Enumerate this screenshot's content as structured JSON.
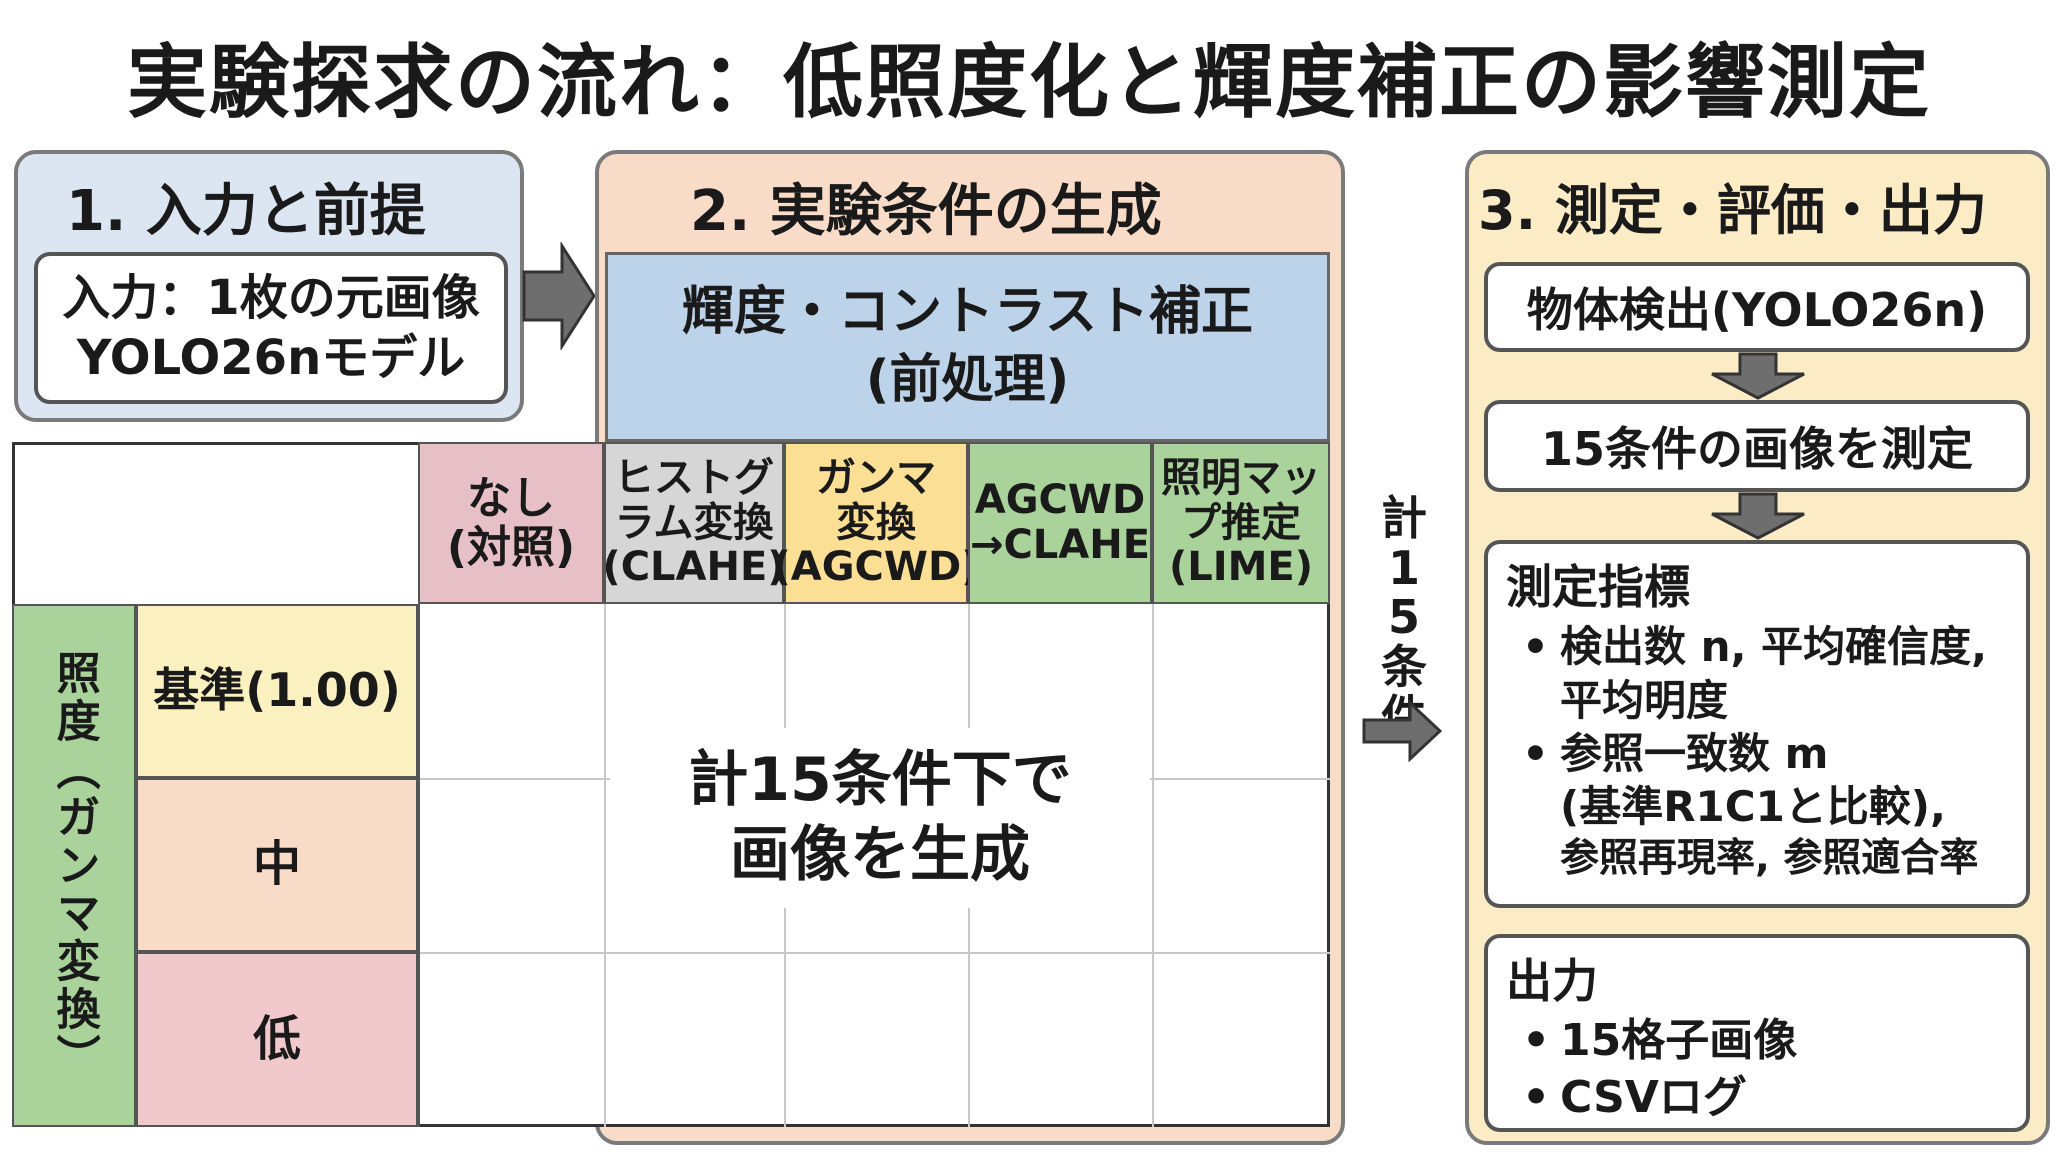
{
  "title": "実験探求の流れ：低照度化と輝度補正の影響測定",
  "section1": {
    "title": "1. 入力と前提",
    "input_line1": "入力：1枚の元画像",
    "input_line2": "YOLO26nモデル"
  },
  "section2": {
    "title": "2. 実験条件の生成",
    "header_line1": "輝度・コントラスト補正",
    "header_line2": "(前処理)",
    "columns": [
      {
        "line1": "なし",
        "line2": "(対照)",
        "line3": "",
        "color": "#e7c0c7"
      },
      {
        "line1": "ヒストグ",
        "line2": "ラム変換",
        "line3": "(CLAHE)",
        "color": "#d6d6d6"
      },
      {
        "line1": "ガンマ",
        "line2": "変換",
        "line3": "(AGCWD)",
        "color": "#fbdf94"
      },
      {
        "line1": "AGCWD",
        "line2": "→CLAHE",
        "line3": "",
        "color": "#a9d39a"
      },
      {
        "line1": "照明マッ",
        "line2": "プ推定",
        "line3": "(LIME)",
        "color": "#a9d39a"
      }
    ],
    "row_axis_label": "照度（ガンマ変換）",
    "rows": [
      {
        "label": "基準(1.00)",
        "color": "#fbf0c0"
      },
      {
        "label": "中",
        "color": "#f8dcc8"
      },
      {
        "label": "低",
        "color": "#f1c8cc"
      }
    ],
    "center_line1": "計15条件下で",
    "center_line2": "画像を生成"
  },
  "flow_label": "計15条件",
  "section3": {
    "title": "3. 測定・評価・出力",
    "step1": "物体検出(YOLO26n)",
    "step2": "15条件の画像を測定",
    "metrics_title": "測定指標",
    "metric1_a": "検出数 n, 平均確信度,",
    "metric1_b": "平均明度",
    "metric2_a": "参照一致数 m",
    "metric2_b": "(基準R1C1と比較),",
    "metric2_c": "参照再現率, 参照適合率",
    "output_title": "出力",
    "output1": "15格子画像",
    "output2": "CSVログ"
  },
  "colors": {
    "panel1": "#dbe6f2",
    "panel2": "#f8dcc8",
    "panel3": "#fbecc6",
    "header_blue": "#bcd3ea",
    "axis_green": "#a9d39a",
    "arrow_gray": "#6e6e6e"
  },
  "icons": [
    "right-arrow-icon",
    "down-arrow-icon"
  ]
}
